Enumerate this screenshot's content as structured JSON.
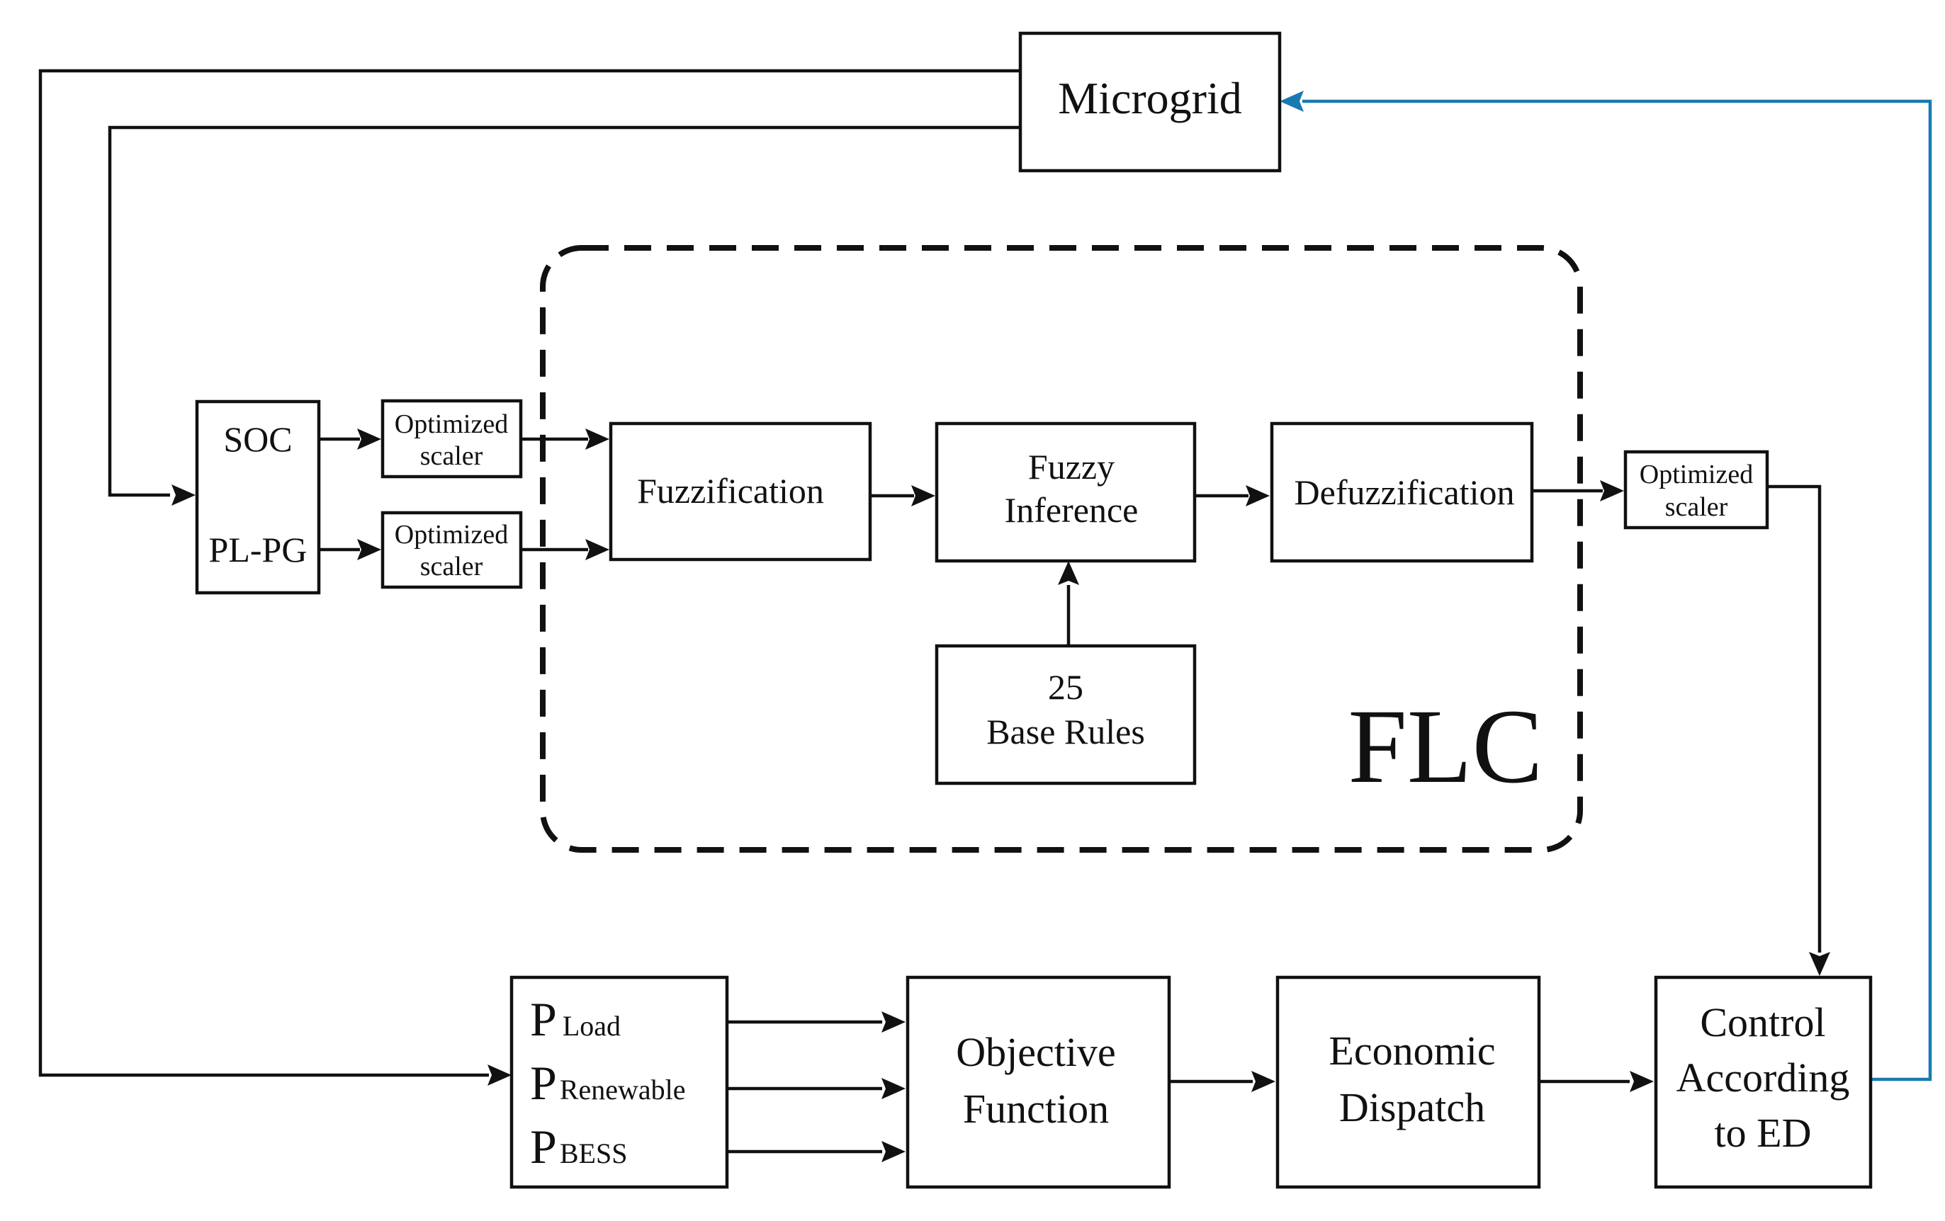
{
  "nodes": {
    "microgrid": "Microgrid",
    "soc": "SOC",
    "pl_pg": "PL-PG",
    "scaler_top": [
      "Optimized",
      "scaler"
    ],
    "scaler_bottom": [
      "Optimized",
      "scaler"
    ],
    "scaler_right": [
      "Optimized",
      "scaler"
    ],
    "fuzzification": "Fuzzification",
    "fuzzy_inference": [
      "Fuzzy",
      "Inference"
    ],
    "defuzzification": "Defuzzification",
    "base_rules": [
      "25",
      "Base Rules"
    ],
    "flc_label": "FLC",
    "inputs": {
      "p_load": {
        "main": "P",
        "sub": "Load"
      },
      "p_renewable": {
        "main": "P",
        "sub": "Renewable"
      },
      "p_bess": {
        "main": "P",
        "sub": "BESS"
      }
    },
    "objective_function": [
      "Objective",
      "Function"
    ],
    "economic_dispatch": [
      "Economic",
      "Dispatch"
    ],
    "control": [
      "Control",
      "According",
      "to ED"
    ]
  },
  "colors": {
    "line": "#111111",
    "feedback": "#1a7ab0"
  }
}
